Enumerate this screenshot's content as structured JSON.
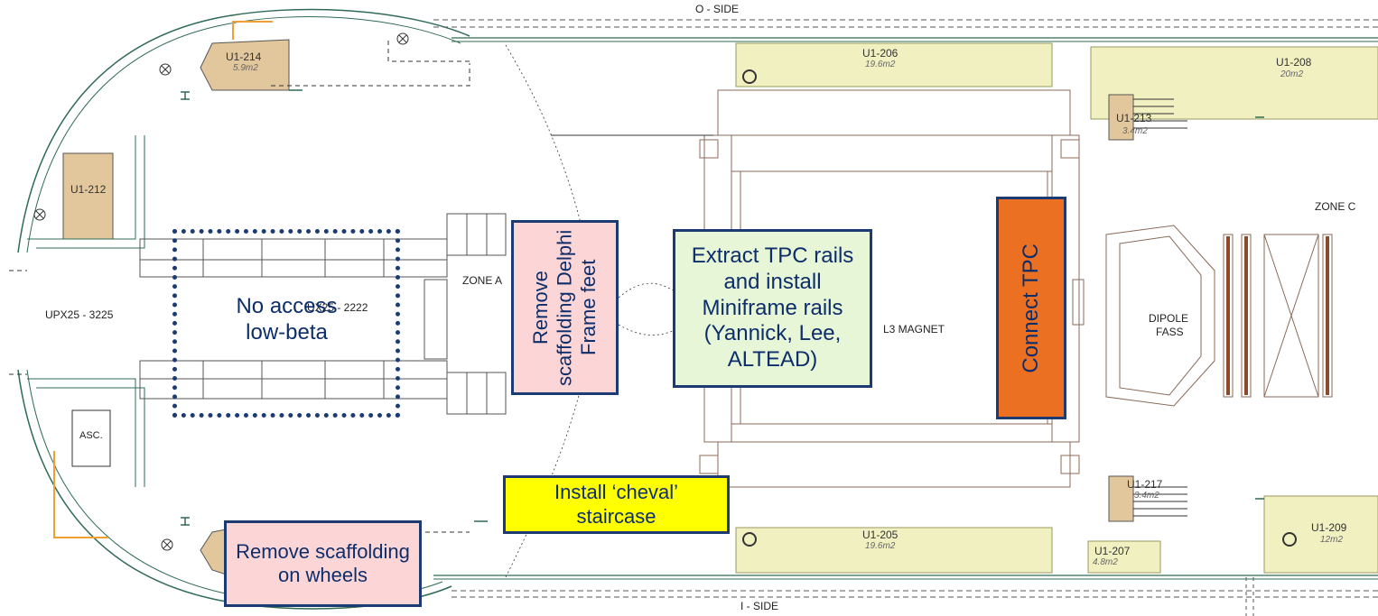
{
  "labels": {
    "o_side": "O - SIDE",
    "i_side": "I - SIDE",
    "zone_a": "ZONE A",
    "zone_c": "ZONE C",
    "upx": "UPX25 - 3225",
    "ux": "UX25 - 2222",
    "magnet": "L3 MAGNET",
    "dipole": "DIPOLE",
    "fass": "FASS",
    "asc": "ASC."
  },
  "rooms": {
    "r206": {
      "name": "U1-206",
      "area": "19.6m2"
    },
    "r208": {
      "name": "U1-208",
      "area": "20m2"
    },
    "r205": {
      "name": "U1-205",
      "area": "19.6m2"
    },
    "r209": {
      "name": "U1-209",
      "area": "12m2"
    },
    "r207": {
      "name": "U1-207",
      "area": "4.8m2"
    },
    "r214": {
      "name": "U1-214",
      "area": "5.9m2"
    },
    "r212": {
      "name": "U1-212"
    },
    "r213": {
      "name": "U1-213",
      "area": "3.4m2"
    },
    "r217": {
      "name": "U1-217",
      "area": "3.4m2"
    }
  },
  "annotations": {
    "no_access": "No access low-beta",
    "remove_delphi": "Remove scaffolding Delphi Frame feet",
    "extract_tpc": "Extract TPC rails and install Miniframe rails (Yannick, Lee, ALTEAD)",
    "connect_tpc": "Connect TPC",
    "install_cheval": "Install ‘cheval’ staircase",
    "remove_wheels": "Remove scaffolding on wheels"
  },
  "colors": {
    "pink": "#fcd6d6",
    "green": "#e6f6d6",
    "orange": "#ec7022",
    "yellow": "#ffff00",
    "navy": "#1c3b73",
    "room_fill": "#f1f0c0",
    "stair_fill": "#e2c79c",
    "wall": "#2f6b52"
  }
}
